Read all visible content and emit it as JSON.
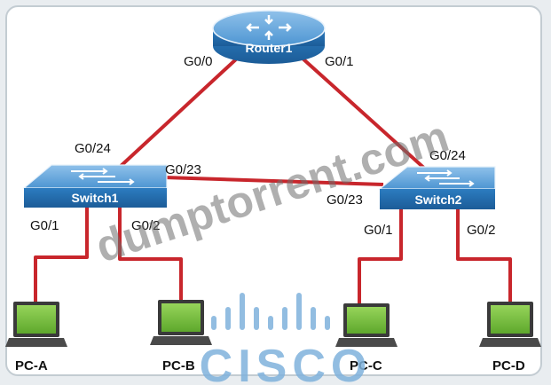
{
  "router": {
    "label": "Router1"
  },
  "switches": [
    {
      "label": "Switch1"
    },
    {
      "label": "Switch2"
    }
  ],
  "pcs": [
    {
      "label": "PC-A"
    },
    {
      "label": "PC-B"
    },
    {
      "label": "PC-C"
    },
    {
      "label": "PC-D"
    }
  ],
  "ports": {
    "r1_g00": "G0/0",
    "r1_g01": "G0/1",
    "s1_g024": "G0/24",
    "s1_g023": "G0/23",
    "s1_g01": "G0/1",
    "s1_g02": "G0/2",
    "s2_g024": "G0/24",
    "s2_g023": "G0/23",
    "s2_g01": "G0/1",
    "s2_g02": "G0/2"
  },
  "watermark": {
    "text": "dumptorrent.com"
  },
  "logo": {
    "text": "CISCO"
  },
  "colors": {
    "link": "#c8262c",
    "device_blue": "#2f7fc0",
    "pc_screen": "#7dc242"
  }
}
